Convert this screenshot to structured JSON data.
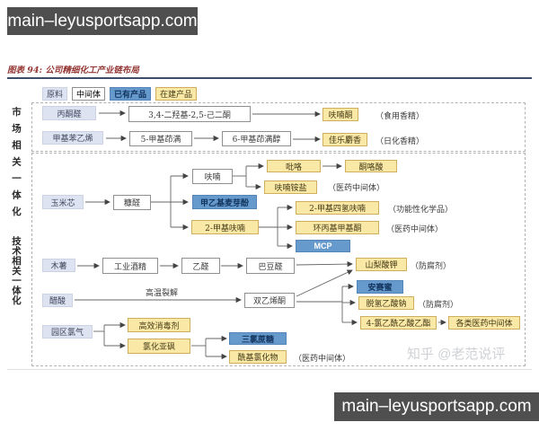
{
  "watermarks": {
    "top": "main–leyusportsapp.com",
    "bottom": "main–leyusportsapp.com",
    "site_credit": "知乎 @老范说评"
  },
  "figure": {
    "title": "图表 94: 公司精细化工产业链布局"
  },
  "legend": {
    "raw": "原料",
    "intermediate": "中间体",
    "existing": "已有产品",
    "under_construction": "在建产品"
  },
  "sections": {
    "market": "市场相关一体化",
    "technology": "技术相关一体化"
  },
  "nodes": {
    "a1": "丙酮醛",
    "a2": "3,4-二羟基-2,5-己二酮",
    "a3": "呋喃酮",
    "b1": "甲基苯乙烯",
    "b2": "5-甲基茚满",
    "b3": "6-甲基茚满醇",
    "b4": "佳乐麝香",
    "c1": "玉米芯",
    "c2": "糠醛",
    "c3": "呋喃",
    "c4": "吡咯",
    "c5": "酮咯酸",
    "c6": "呋喃铵盐",
    "c7": "甲乙基麦芽酚",
    "c8": "2-甲基呋喃",
    "c9": "2-甲基四氢呋喃",
    "c10": "环丙基甲基酮",
    "c11": "MCP",
    "d1": "木薯",
    "d2": "工业酒精",
    "d3": "乙醛",
    "d4": "巴豆醛",
    "e1": "醋酸",
    "e2": "双乙烯酮",
    "e3": "山梨酸钾",
    "e4": "安赛蜜",
    "e5": "脱氢乙酸钠",
    "e6": "4-氯乙酰乙酸乙酯",
    "e7": "各类医药中间体",
    "f1": "园区氯气",
    "f2": "高效消毒剂",
    "f3": "氯化亚砜",
    "f4": "三氯蔗糖",
    "f5": "酰基氯化物"
  },
  "annotations": {
    "a3": "（食用香精）",
    "b4": "（日化香精）",
    "c6": "（医药中间体）",
    "c9": "（功能性化学品）",
    "c10": "（医药中间体）",
    "e3": "（防腐剂）",
    "e5": "（防腐剂）",
    "f5": "（医药中间体）"
  },
  "edge_labels": {
    "pyrolysis": "高温裂解"
  },
  "edges": [
    [
      "a1",
      "a2"
    ],
    [
      "a2",
      "a3"
    ],
    [
      "b1",
      "b2"
    ],
    [
      "b2",
      "b3"
    ],
    [
      "b3",
      "b4"
    ],
    [
      "c1",
      "c2"
    ],
    [
      "c2",
      "c3"
    ],
    [
      "c2",
      "c7"
    ],
    [
      "c2",
      "c8"
    ],
    [
      "c3",
      "c4"
    ],
    [
      "c3",
      "c6"
    ],
    [
      "c4",
      "c5"
    ],
    [
      "c8",
      "c9"
    ],
    [
      "c8",
      "c10"
    ],
    [
      "c8",
      "c11"
    ],
    [
      "d1",
      "d2"
    ],
    [
      "d2",
      "d3"
    ],
    [
      "d3",
      "d4"
    ],
    [
      "d4",
      "e3"
    ],
    [
      "e1",
      "e2"
    ],
    [
      "e2",
      "e3"
    ],
    [
      "e2",
      "e4"
    ],
    [
      "e2",
      "e5"
    ],
    [
      "e2",
      "e6"
    ],
    [
      "e6",
      "e7"
    ],
    [
      "f1",
      "f2"
    ],
    [
      "f1",
      "f3"
    ],
    [
      "f3",
      "f4"
    ],
    [
      "f3",
      "f5"
    ]
  ],
  "colors": {
    "raw_box": "#dde3f1",
    "intermediate_box": "#ffffff",
    "existing_product_box": "#6699cc",
    "under_construction_box": "#f9e8a6",
    "title_text": "#953735",
    "title_rule": "#3c4c6a",
    "watermark_box": "#4f4f4f"
  }
}
